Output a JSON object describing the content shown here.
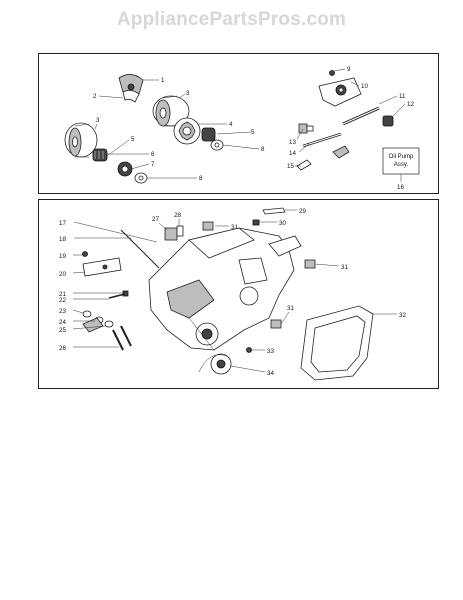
{
  "watermark": "AppliancePartsPros.com",
  "top_panel": {
    "labels": [
      "1",
      "2",
      "3",
      "3",
      "4",
      "5",
      "5",
      "6",
      "7",
      "8",
      "8",
      "9",
      "10",
      "11",
      "12",
      "13",
      "14",
      "15",
      "16"
    ],
    "oil_pump_box": {
      "line1": "Oil Pump",
      "line2": "Assy."
    }
  },
  "bottom_panel": {
    "labels": [
      "17",
      "18",
      "19",
      "20",
      "21",
      "22",
      "23",
      "24",
      "25",
      "26",
      "27",
      "28",
      "29",
      "30",
      "31",
      "31",
      "31",
      "32",
      "33",
      "34"
    ]
  },
  "colors": {
    "line": "#222222",
    "watermark": "#d7d7d7",
    "background": "#ffffff"
  }
}
